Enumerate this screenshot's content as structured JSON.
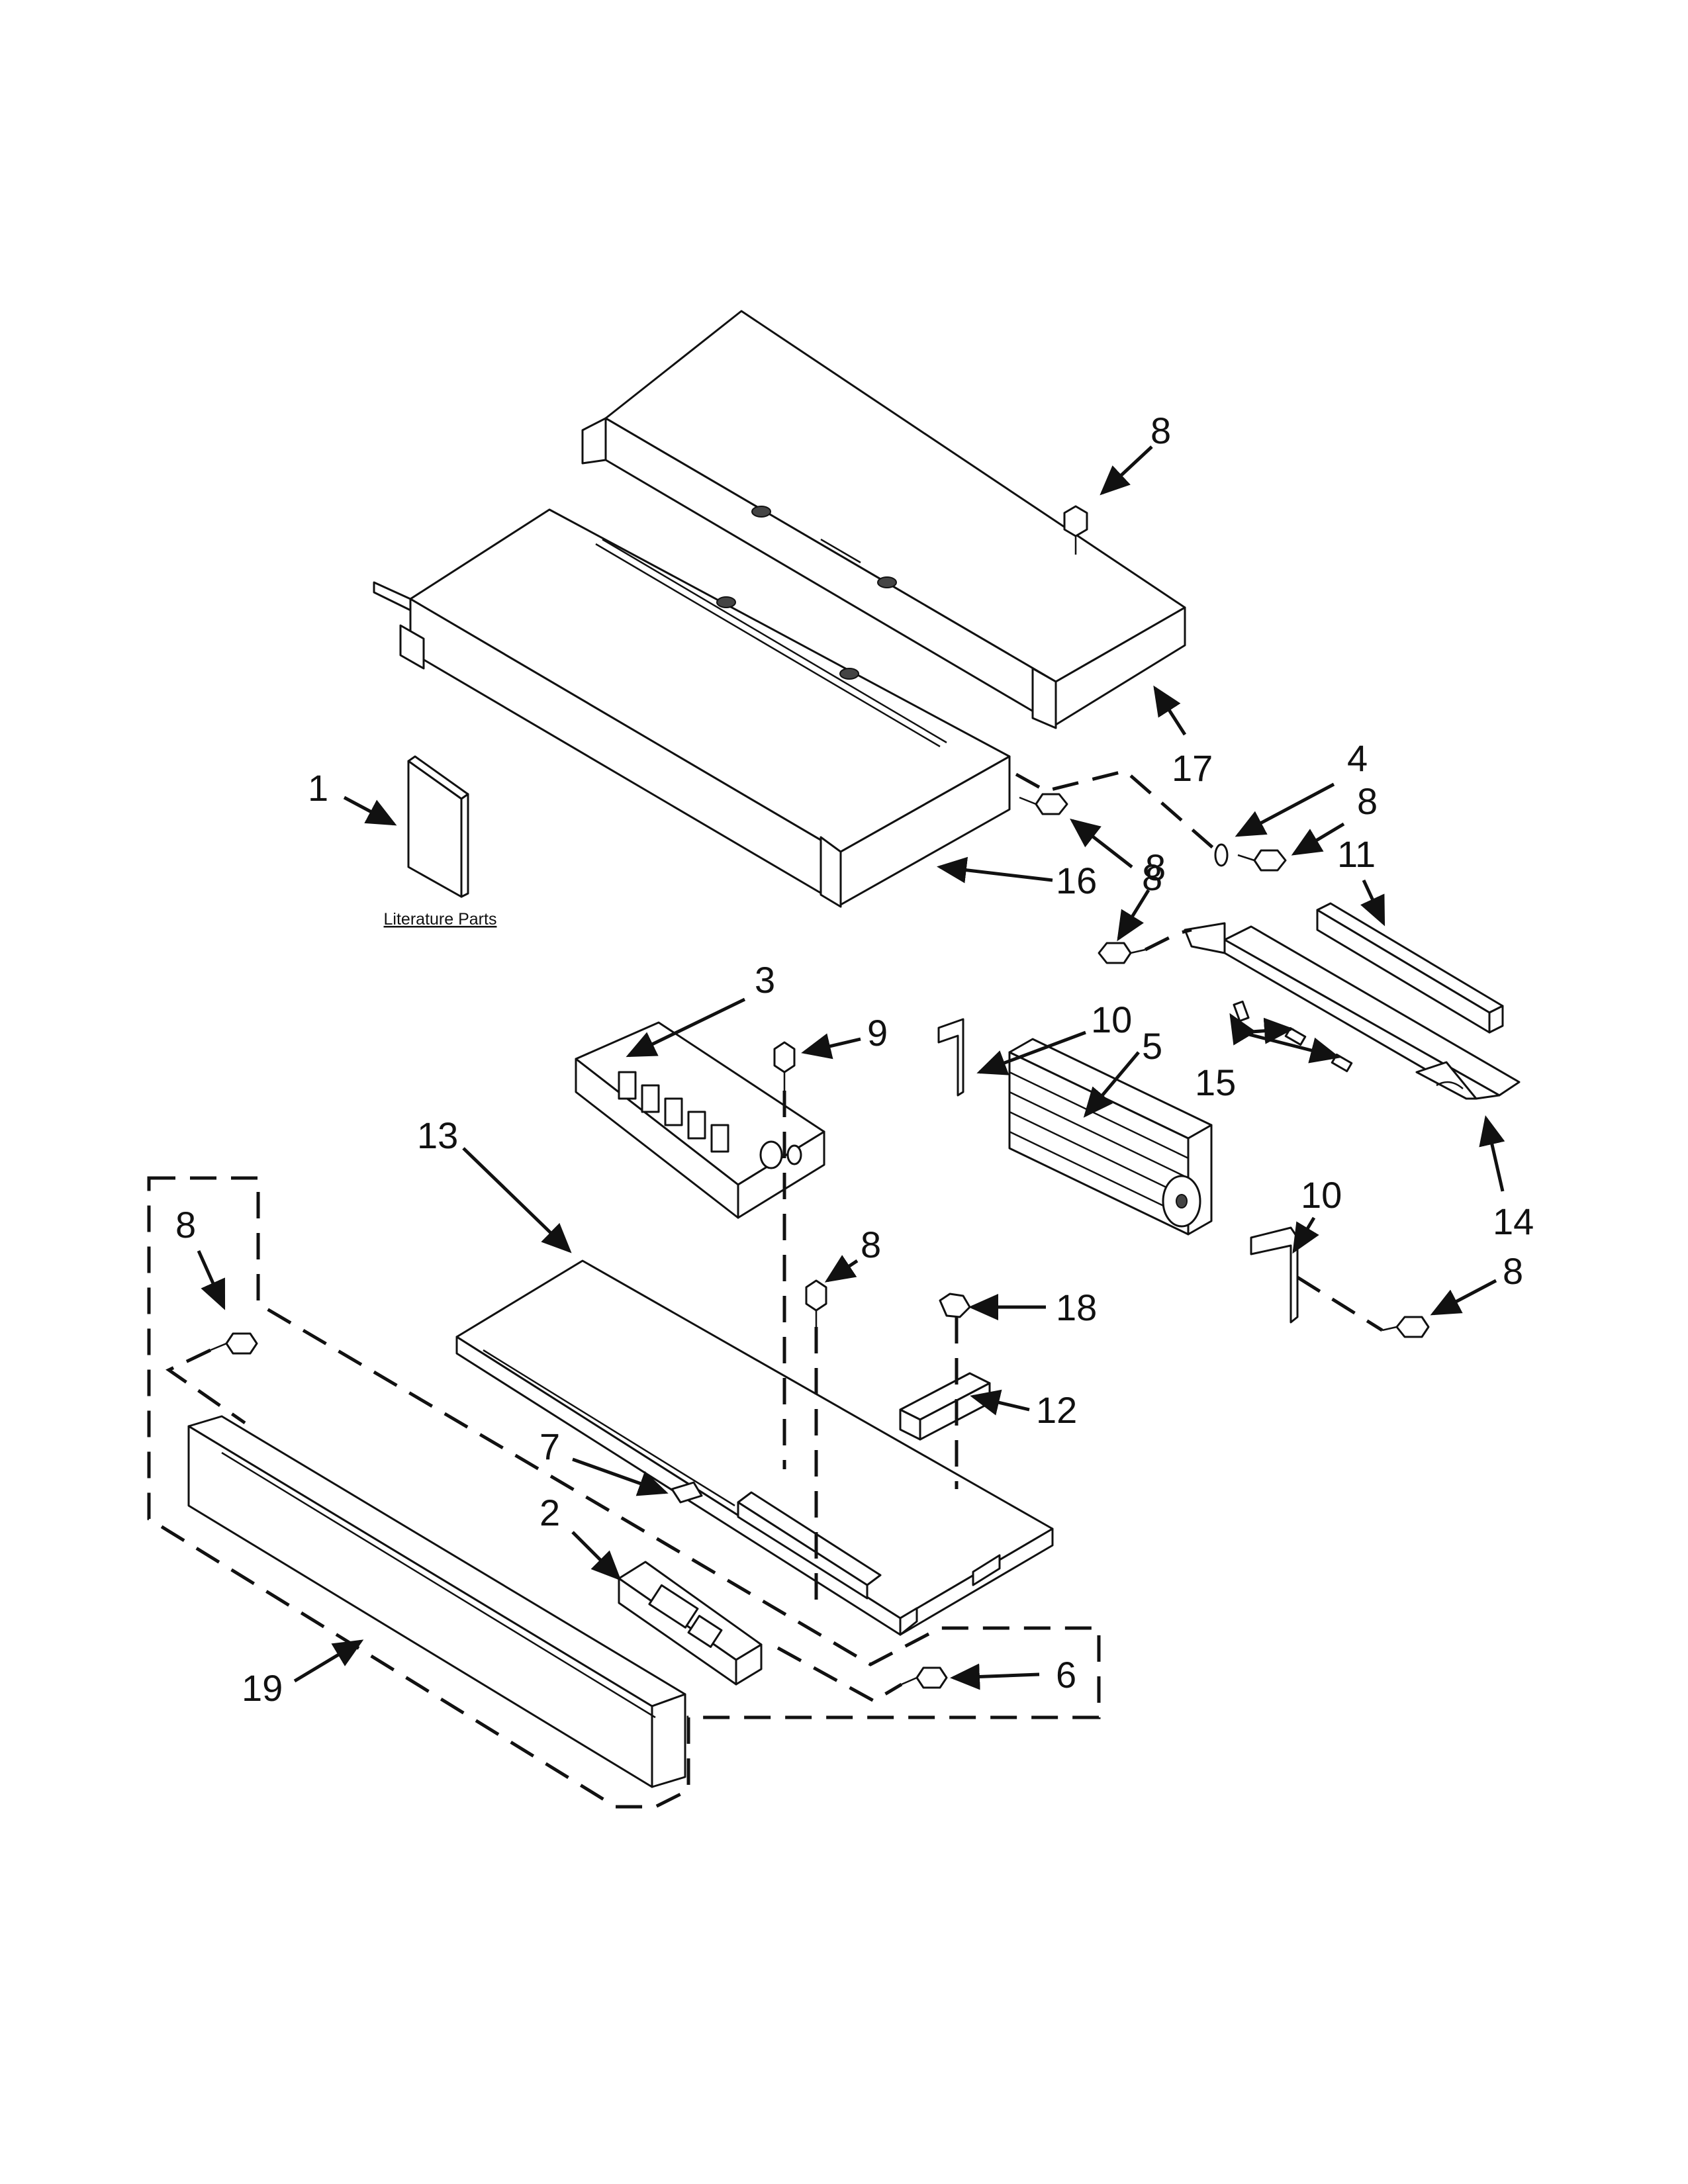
{
  "literature_caption": "Literature Parts",
  "callouts": {
    "c1": "1",
    "c2": "2",
    "c3": "3",
    "c4": "4",
    "c5": "5",
    "c6": "6",
    "c7": "7",
    "c8a": "8",
    "c8b": "8",
    "c8c": "8",
    "c8d": "8",
    "c8e": "8",
    "c8f": "8",
    "c8g": "8",
    "c9": "9",
    "c10a": "10",
    "c10b": "10",
    "c11": "11",
    "c12": "12",
    "c13": "13",
    "c14": "14",
    "c15": "15",
    "c16": "16",
    "c17": "17",
    "c18": "18",
    "c19": "19"
  }
}
